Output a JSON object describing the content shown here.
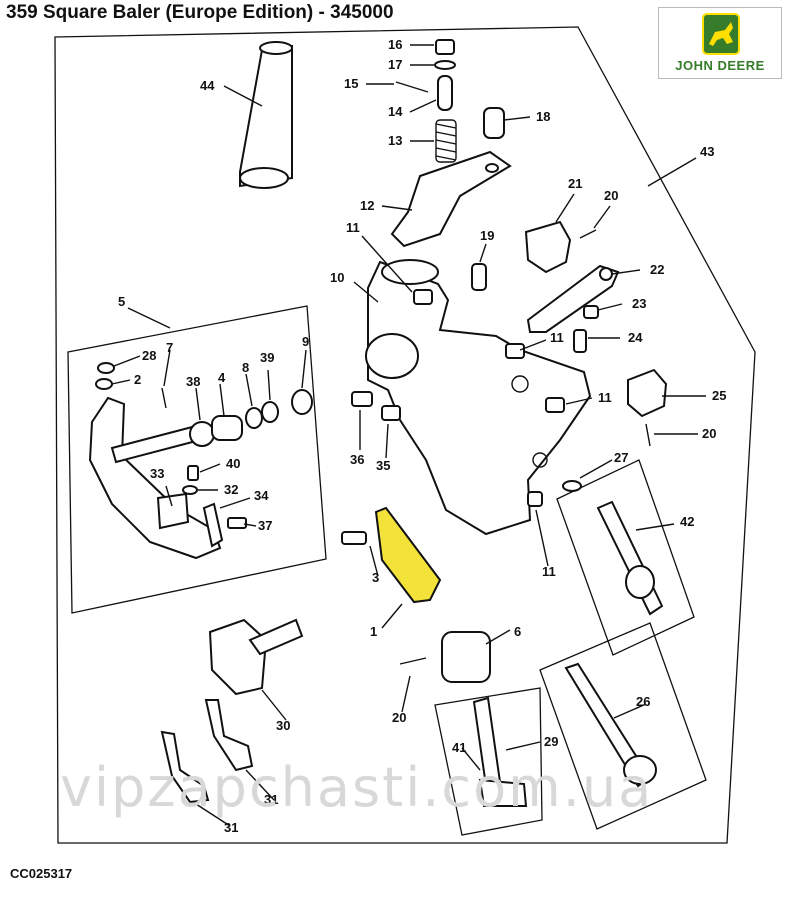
{
  "header": {
    "title": "359 Square Baler (Europe Edition) - 345000"
  },
  "logo": {
    "brand": "JOHN DEERE",
    "green": "#367c2b",
    "yellow": "#ffde00",
    "icon": "deer-icon"
  },
  "footer": {
    "code": "CC025317"
  },
  "watermark": "vipzapchasti.com.ua",
  "highlight_color": "#f2e23a",
  "callouts": [
    "16",
    "17",
    "15",
    "14",
    "13",
    "18",
    "44",
    "43",
    "12",
    "11",
    "21",
    "20",
    "19",
    "10",
    "22",
    "5",
    "23",
    "11",
    "24",
    "28",
    "7",
    "9",
    "8",
    "39",
    "2",
    "38",
    "4",
    "11",
    "25",
    "20",
    "36",
    "35",
    "27",
    "40",
    "33",
    "32",
    "34",
    "42",
    "37",
    "3",
    "11",
    "1",
    "6",
    "20",
    "26",
    "29",
    "30",
    "41",
    "31",
    "31"
  ]
}
